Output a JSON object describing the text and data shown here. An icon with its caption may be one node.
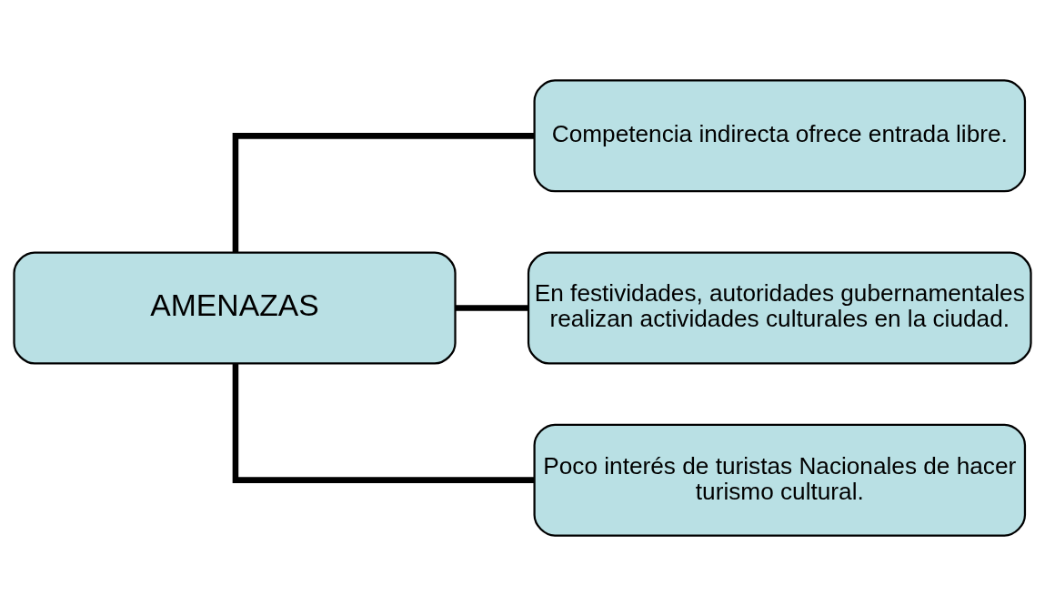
{
  "diagram": {
    "nodes": [
      {
        "text": [
          "AMENAZAS"
        ]
      },
      {
        "text": [
          "Competencia indirecta ofrece entrada libre."
        ]
      },
      {
        "text": [
          "En festividades, autoridades gubernamentales realizan actividades culturales en la ciudad."
        ]
      },
      {
        "text": [
          "Poco interés de turistas Nacionales de hacer turismo cultural."
        ]
      }
    ],
    "edges": [
      {
        "from": 0,
        "to": 1,
        "arrow": "none"
      },
      {
        "from": 0,
        "to": 2,
        "arrow": "none"
      },
      {
        "from": 0,
        "to": 3,
        "arrow": "none"
      }
    ]
  }
}
